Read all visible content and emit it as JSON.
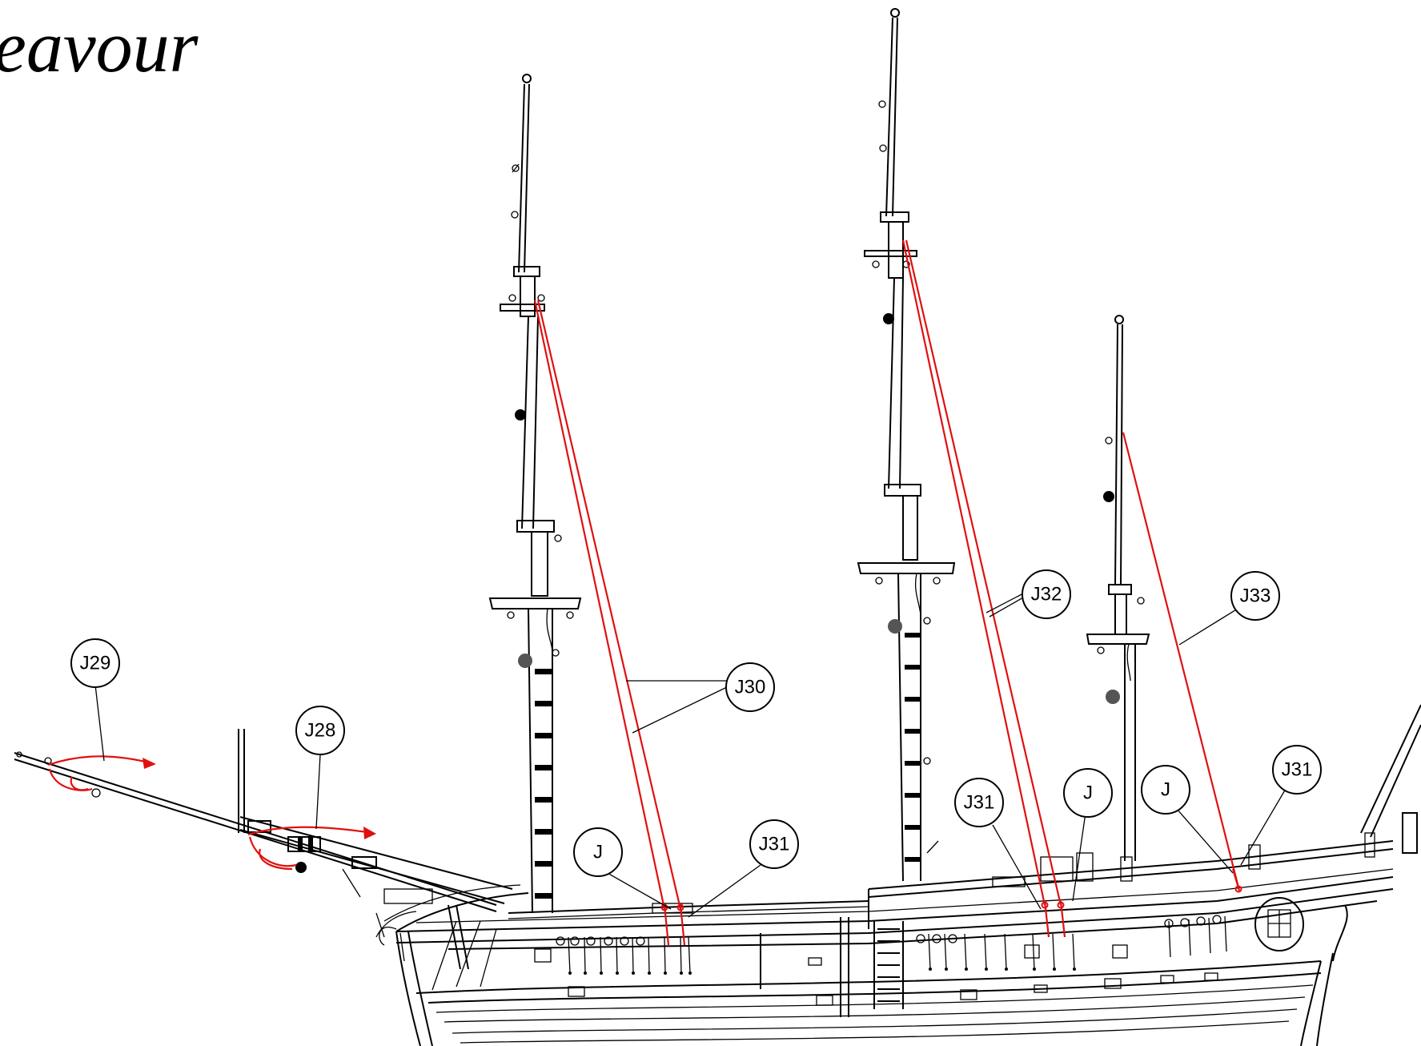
{
  "title": "eavour",
  "colors": {
    "line": "#000000",
    "rigging": "#e01010",
    "background": "#ffffff"
  },
  "callouts": [
    {
      "id": "J29",
      "label": "J29"
    },
    {
      "id": "J28",
      "label": "J28"
    },
    {
      "id": "J30",
      "label": "J30"
    },
    {
      "id": "J-fore",
      "label": "J"
    },
    {
      "id": "J31-fore",
      "label": "J31"
    },
    {
      "id": "J32",
      "label": "J32"
    },
    {
      "id": "J31-main",
      "label": "J31"
    },
    {
      "id": "J-main",
      "label": "J"
    },
    {
      "id": "J-mizzen",
      "label": "J"
    },
    {
      "id": "J33",
      "label": "J33"
    },
    {
      "id": "J31-mizzen",
      "label": "J31"
    }
  ]
}
